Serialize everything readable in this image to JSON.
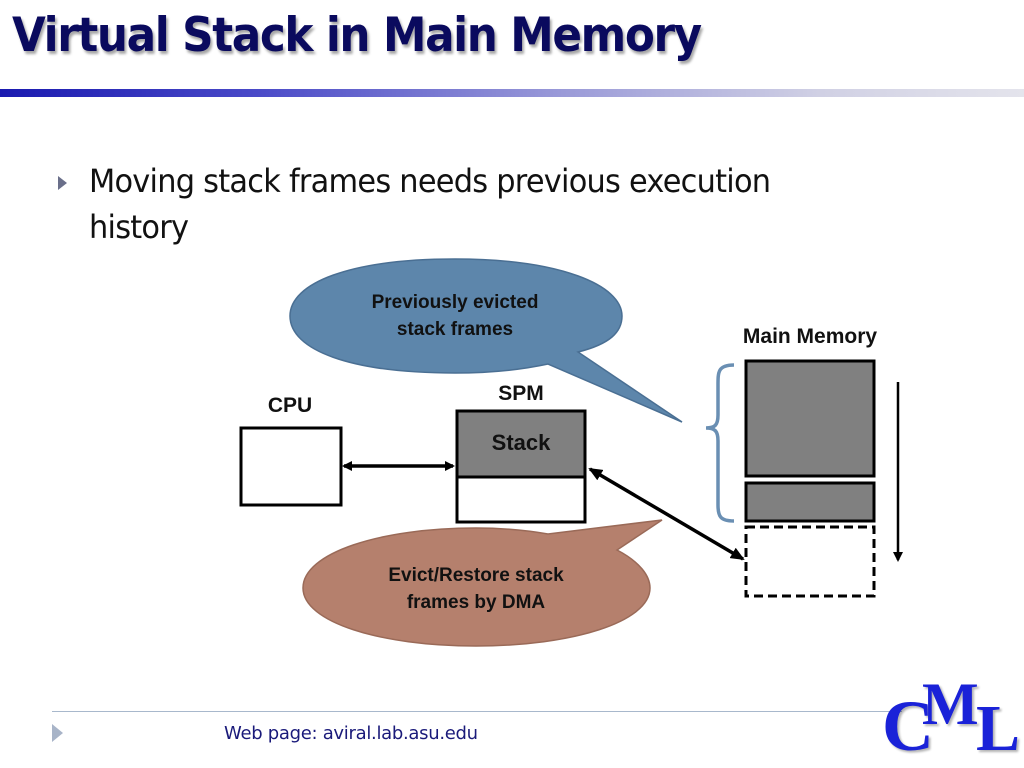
{
  "slide": {
    "title": "Virtual Stack in Main Memory",
    "bullets": [
      {
        "text": "Moving stack frames needs previous execution history"
      }
    ]
  },
  "diagram": {
    "callout_top": {
      "text_line1": "Previously evicted",
      "text_line2": "stack frames",
      "fill": "#5d86ab"
    },
    "callout_bottom": {
      "text_line1": "Evict/Restore stack",
      "text_line2": "frames by DMA",
      "fill": "#b5806d"
    },
    "cpu_label": "CPU",
    "spm_label": "SPM",
    "stack_label": "Stack",
    "main_memory_label": "Main Memory",
    "block_fill": "#808080",
    "brace_color": "#6a8fb3"
  },
  "footer": {
    "web_label": "Web page:  aviral.lab.asu.edu",
    "logo": {
      "c": "C",
      "m": "M",
      "l": "L"
    }
  }
}
